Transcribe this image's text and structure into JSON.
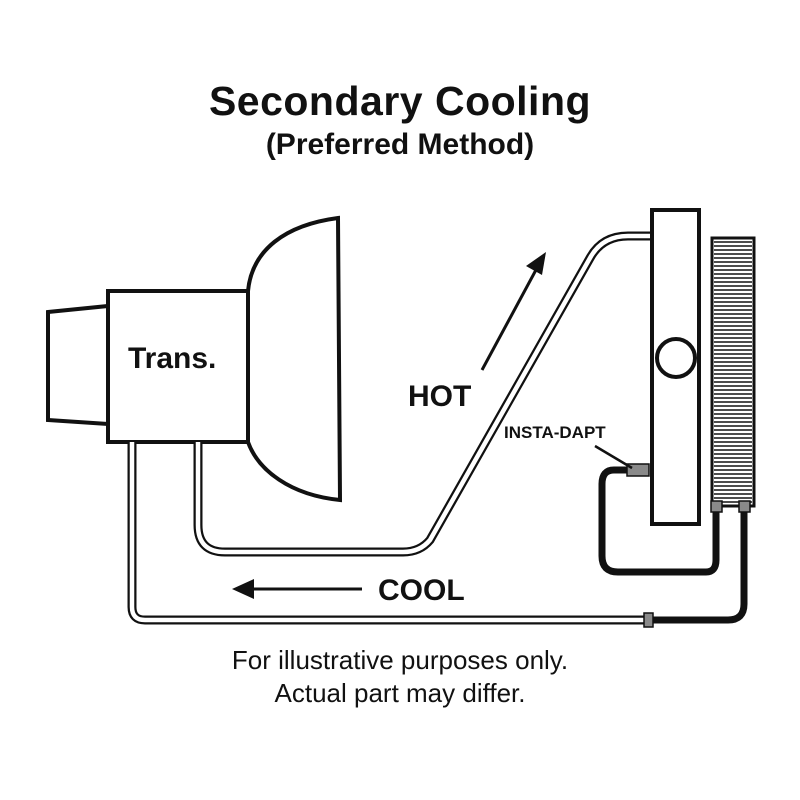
{
  "diagram": {
    "title": "Secondary Cooling",
    "subtitle": "(Preferred Method)",
    "labels": {
      "transmission": "Trans.",
      "hot": "HOT",
      "cool": "COOL",
      "adapter": "INSTA-DAPT"
    },
    "footer": {
      "line1": "For illustrative purposes only.",
      "line2": "Actual part may differ."
    },
    "colors": {
      "line": "#111111",
      "background": "#ffffff",
      "fitting": "#888888"
    }
  }
}
